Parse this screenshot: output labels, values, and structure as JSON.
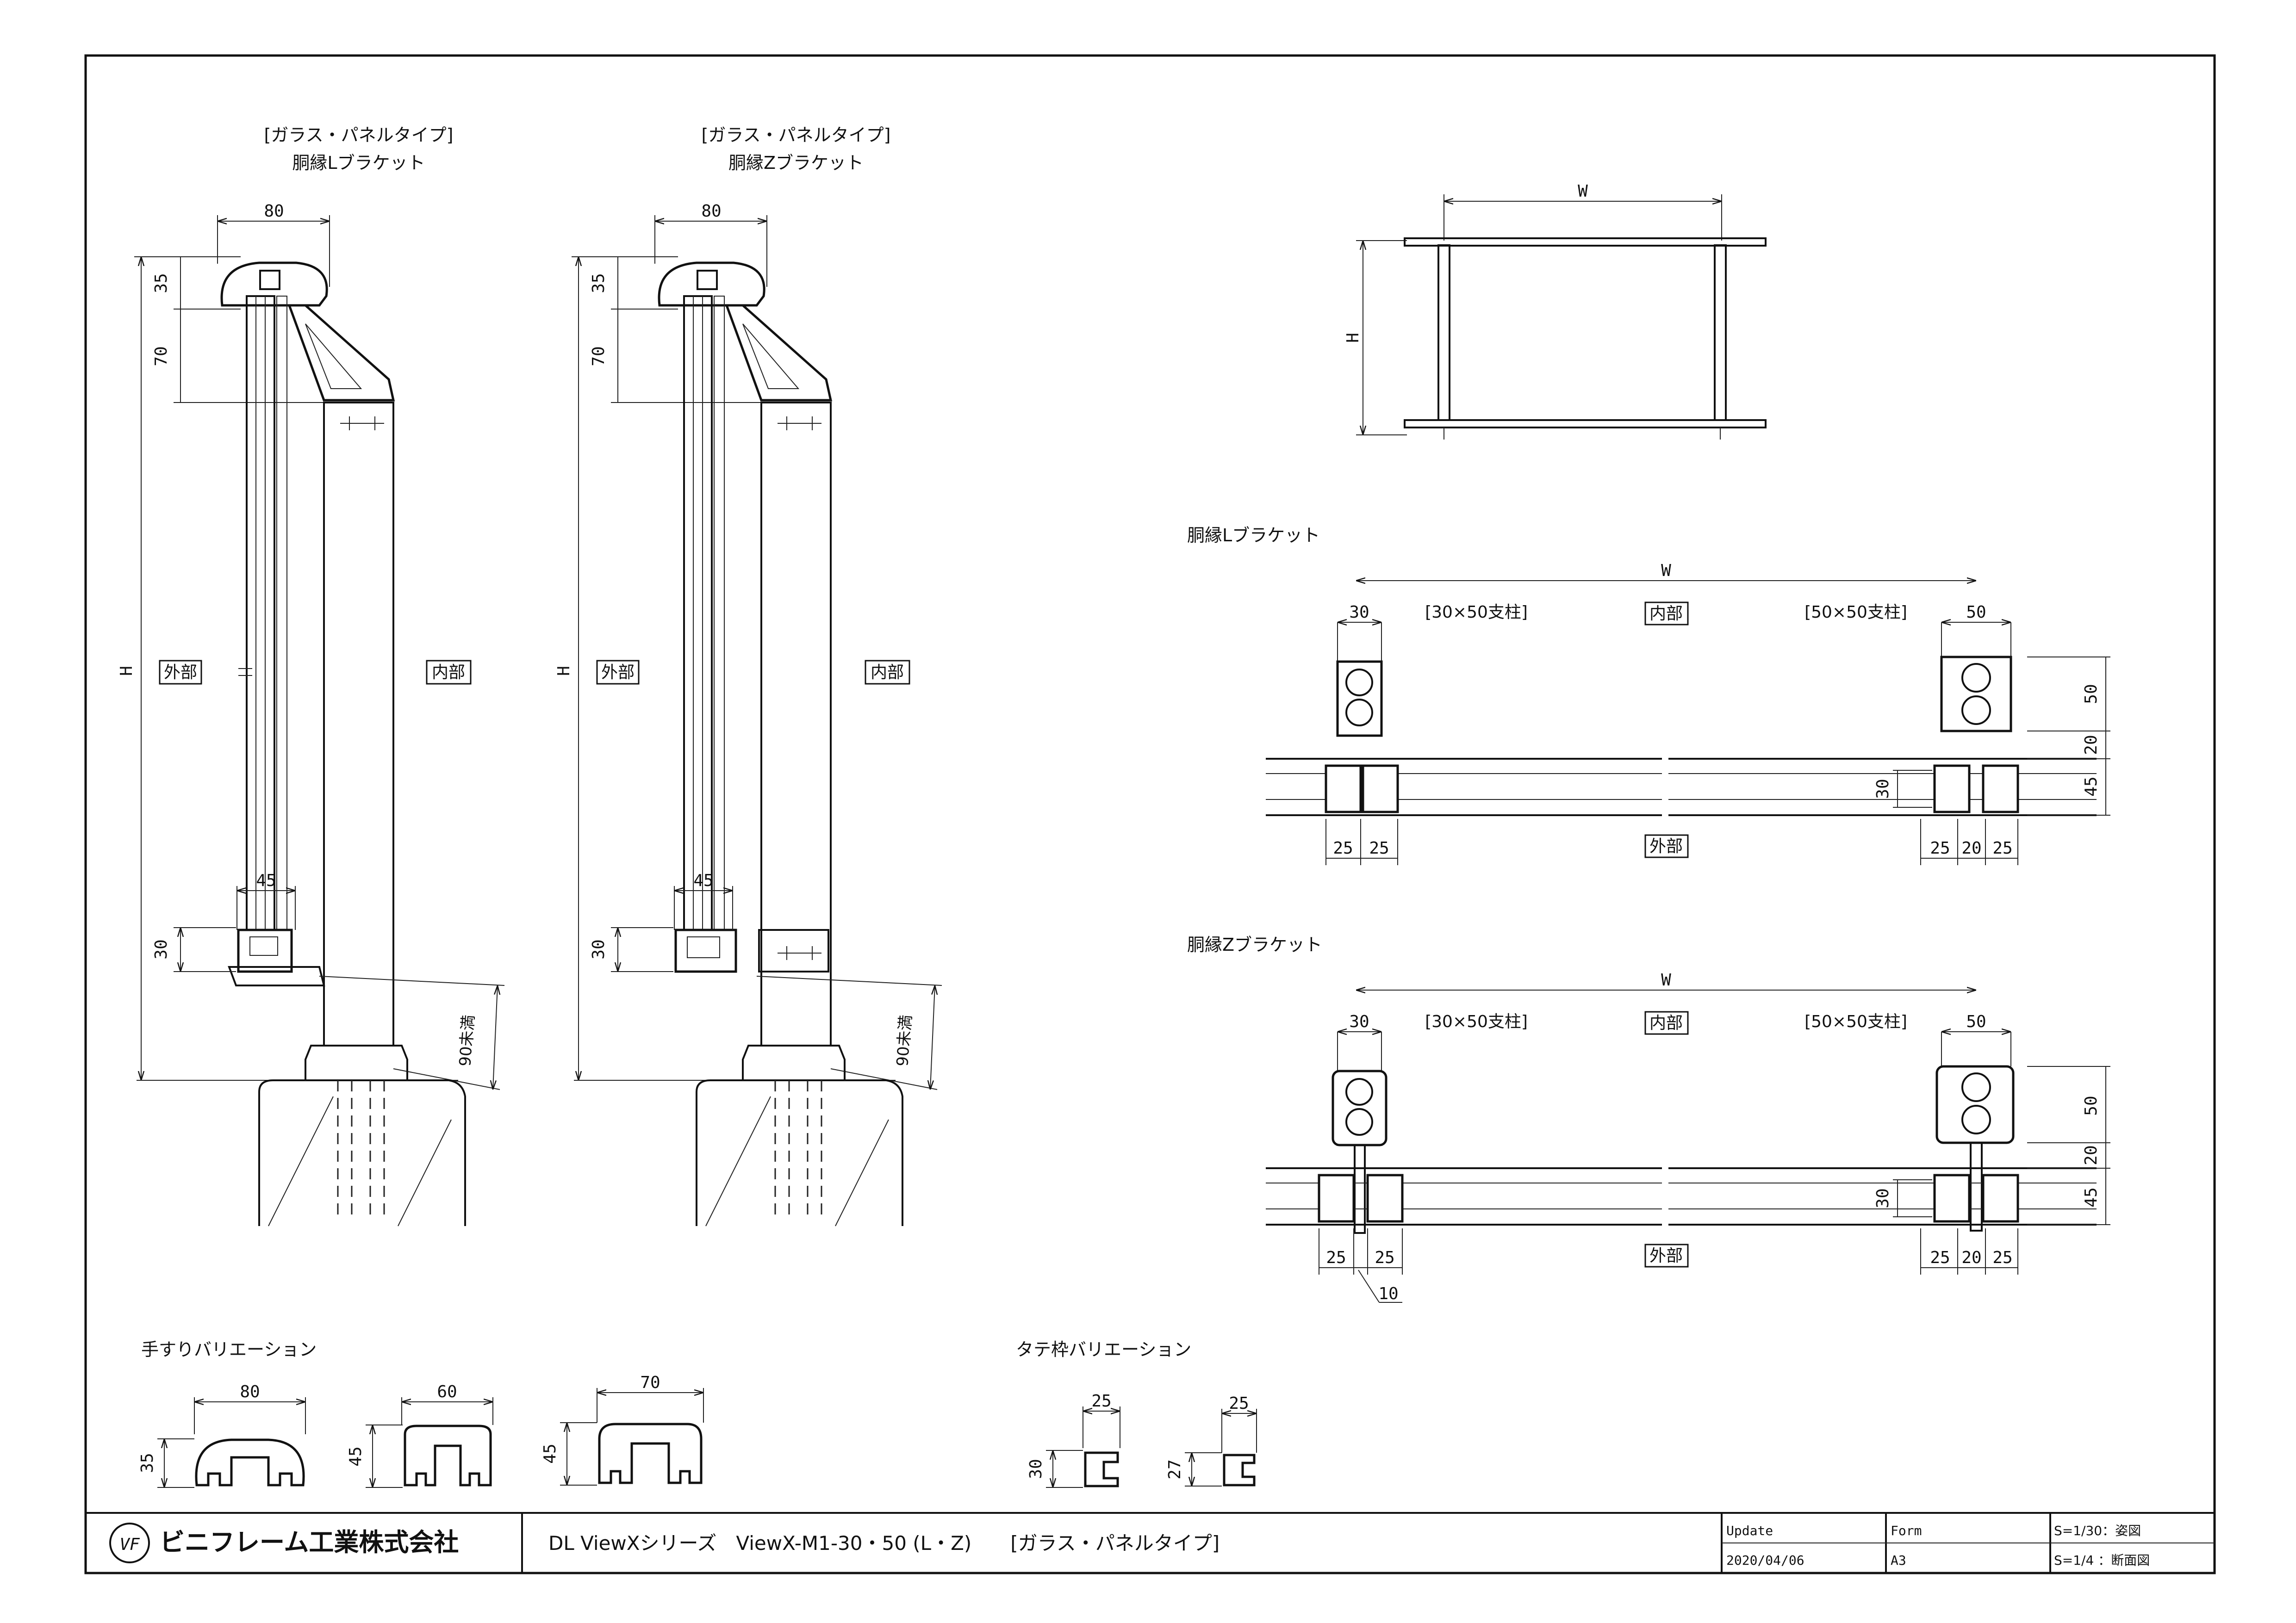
{
  "drawing": {
    "left_view": {
      "heading_type": "[ガラス・パネルタイプ]",
      "heading_name": "胴縁Lブラケット",
      "dim_top_width": "80",
      "dim_rail_height": "35",
      "dim_bracket_height": "70",
      "dim_total_height": "H",
      "dim_bottom_width": "45",
      "dim_bottom_height": "30",
      "dim_gap": "90未満",
      "label_outside": "外部",
      "label_inside": "内部"
    },
    "center_view": {
      "heading_type": "[ガラス・パネルタイプ]",
      "heading_name": "胴縁Zブラケット",
      "dim_top_width": "80",
      "dim_rail_height": "35",
      "dim_bracket_height": "70",
      "dim_total_height": "H",
      "dim_bottom_width": "45",
      "dim_bottom_height": "30",
      "dim_gap": "90未満",
      "label_outside": "外部",
      "label_inside": "内部"
    },
    "elevation": {
      "dim_width": "W",
      "dim_height": "H"
    },
    "plan_l": {
      "title": "胴縁Lブラケット",
      "dim_width": "W",
      "dim_left_post": "30",
      "left_post_label": "[30×50支柱]",
      "inside_label": "内部",
      "right_post_label": "[50×50支柱]",
      "dim_right_post": "50",
      "dim_post_depth": "50",
      "dim_gap": "20",
      "dim_frame_depth": "45",
      "dim_frame_height": "30",
      "dims_bottom_left": [
        "25",
        "25"
      ],
      "dims_bottom_right": [
        "25",
        "20",
        "25"
      ],
      "outside_label": "外部"
    },
    "plan_z": {
      "title": "胴縁Zブラケット",
      "dim_width": "W",
      "dim_left_post": "30",
      "left_post_label": "[30×50支柱]",
      "inside_label": "内部",
      "right_post_label": "[50×50支柱]",
      "dim_right_post": "50",
      "dim_post_depth": "50",
      "dim_gap": "20",
      "dim_frame_depth": "45",
      "dim_frame_height": "30",
      "dims_bottom_left": [
        "25",
        "25"
      ],
      "dims_bottom_right": [
        "25",
        "20",
        "25"
      ],
      "dim_leader": "10",
      "outside_label": "外部"
    },
    "handrail_variations": {
      "title": "手すりバリエーション",
      "items": [
        {
          "width": "80",
          "height": "35"
        },
        {
          "width": "60",
          "height": "45"
        },
        {
          "width": "70",
          "height": "45"
        }
      ]
    },
    "frame_variations": {
      "title": "タテ枠バリエーション",
      "items": [
        {
          "width": "25",
          "height": "30"
        },
        {
          "width": "25",
          "height": "27"
        }
      ]
    }
  },
  "title_block": {
    "company": "ビニフレーム工業株式会社",
    "logo_mark": "VF",
    "drawing_title": "DL ViewXシリーズ　ViewX-M1-30・50 (L・Z)　　[ガラス・パネルタイプ]",
    "update_label": "Update",
    "update_value": "2020/04/06",
    "form_label": "Form",
    "form_value": "A3",
    "scale_1": "S=1/30：姿図",
    "scale_2": "S=1/4 ：断面図"
  }
}
